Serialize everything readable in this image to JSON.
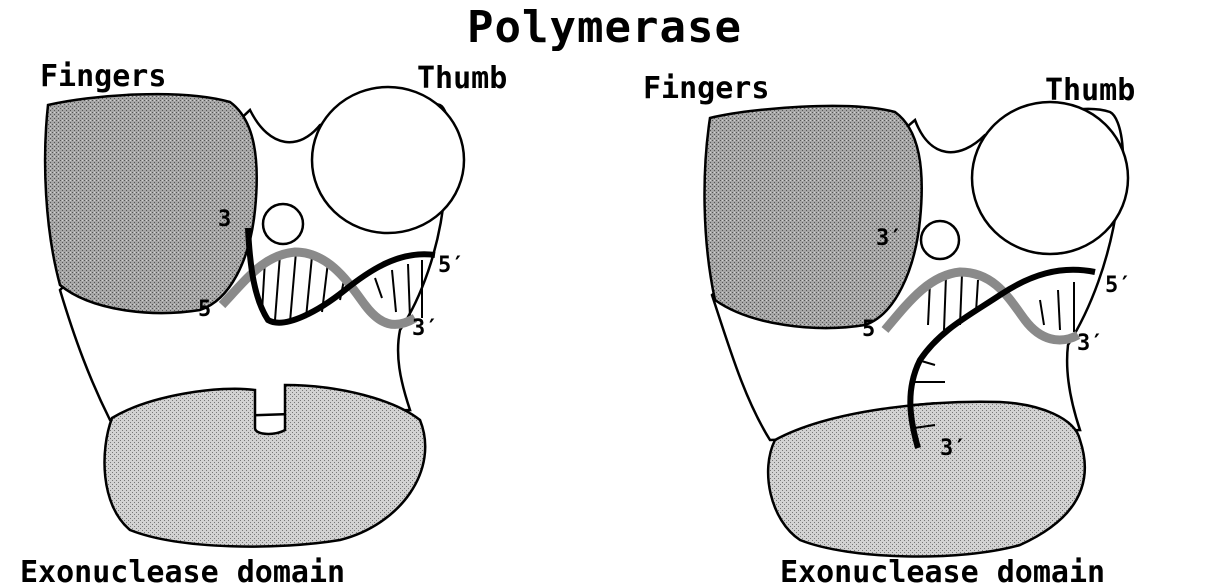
{
  "title": "Polymerase",
  "left_panel": {
    "fingers": "Fingers",
    "thumb": "Thumb",
    "exo": "Exonuclease domain",
    "label_3_top": "3",
    "label_5_left": "5",
    "label_5p": "5′",
    "label_3p": "3′"
  },
  "right_panel": {
    "fingers": "Fingers",
    "thumb": "Thumb",
    "exo": "Exonuclease domain",
    "label_3_top": "3′",
    "label_5_left": "5",
    "label_5p": "5′",
    "label_3p": "3′",
    "label_3p_exo": "3′"
  },
  "colors": {
    "stroke": "#000000",
    "dark_fill": "#9a9a9a",
    "light_fill": "#c8c8c8",
    "template_strand": "#8a8a8a"
  }
}
